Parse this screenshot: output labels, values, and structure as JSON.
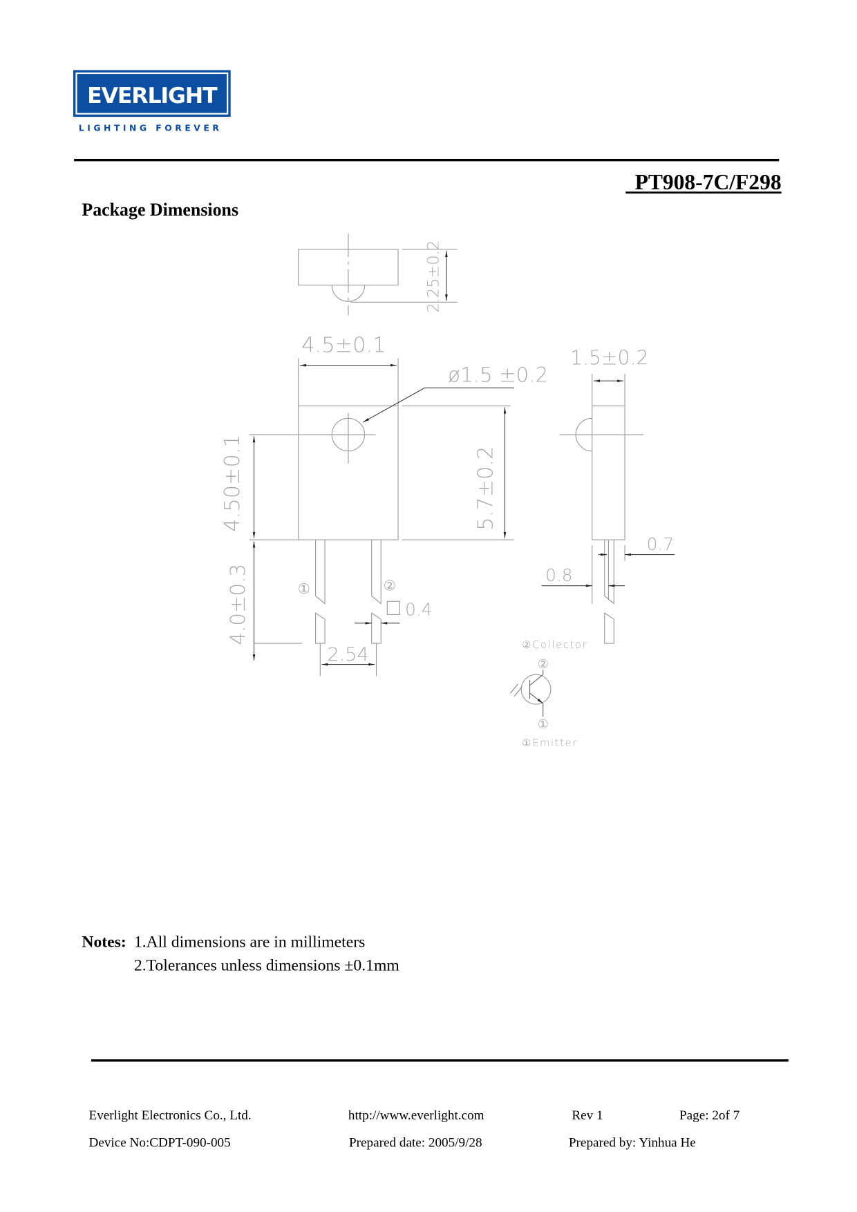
{
  "header": {
    "logo_text": "EVERLIGHT",
    "logo_tagline": "Lighting Forever",
    "brand_color": "#0b4ea2",
    "part_number": "PT908-7C/F298"
  },
  "section_title": "Package Dimensions",
  "drawing": {
    "dim_height_top": "2.25±0.2",
    "dim_width": "4.5±0.1",
    "dim_lens_diameter": "ø1.5 ±0.2",
    "dim_thickness": "1.5±0.2",
    "dim_lens_height": "4.50±0.1",
    "dim_body_height": "5.7±0.2",
    "dim_lead_length": "4.0±0.3",
    "dim_lead_square": "0.4",
    "dim_pitch": "2.54",
    "dim_side_07": "0.7",
    "dim_side_08": "0.8",
    "pin1_mark": "①",
    "pin2_mark": "②",
    "collector_label": "②Collector",
    "emitter_label": "①Emitter"
  },
  "notes": {
    "label": "Notes:",
    "items": [
      "1.All dimensions are in millimeters",
      "2.Tolerances unless dimensions  ±0.1mm"
    ]
  },
  "footer": {
    "company": "Everlight Electronics Co., Ltd.",
    "url": "http://www.everlight.com",
    "rev": "Rev 1",
    "page": "Page: 2of 7",
    "device_no": "Device No:CDPT-090-005",
    "prepared_date": "Prepared date: 2005/9/28",
    "prepared_by": "Prepared by: Yinhua He"
  }
}
